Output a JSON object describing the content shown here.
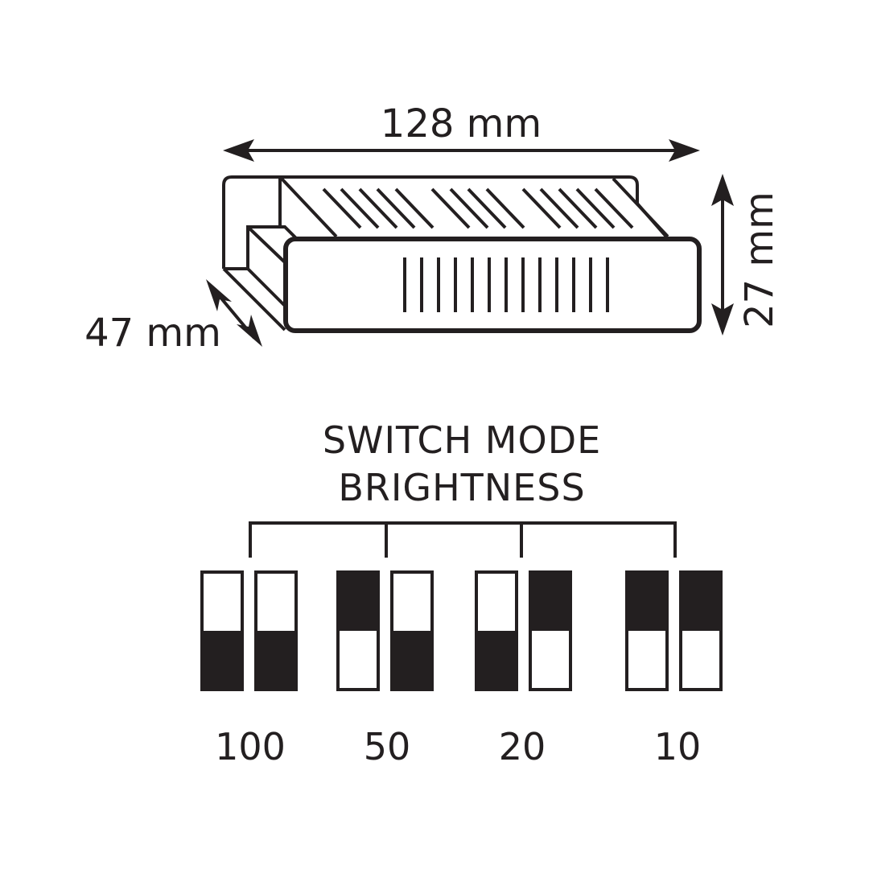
{
  "dimensions": {
    "width": "128 mm",
    "height": "27 mm",
    "depth": "47 mm"
  },
  "switch_section": {
    "title_line1": "SWITCH MODE",
    "title_line2": "BRIGHTNESS",
    "groups": [
      {
        "value": "100",
        "switches": [
          "down",
          "down"
        ]
      },
      {
        "value": "50",
        "switches": [
          "up",
          "down"
        ]
      },
      {
        "value": "20",
        "switches": [
          "down",
          "up"
        ]
      },
      {
        "value": "10",
        "switches": [
          "up",
          "up"
        ]
      }
    ]
  },
  "colors": {
    "ink": "#231f20",
    "background": "#ffffff"
  }
}
